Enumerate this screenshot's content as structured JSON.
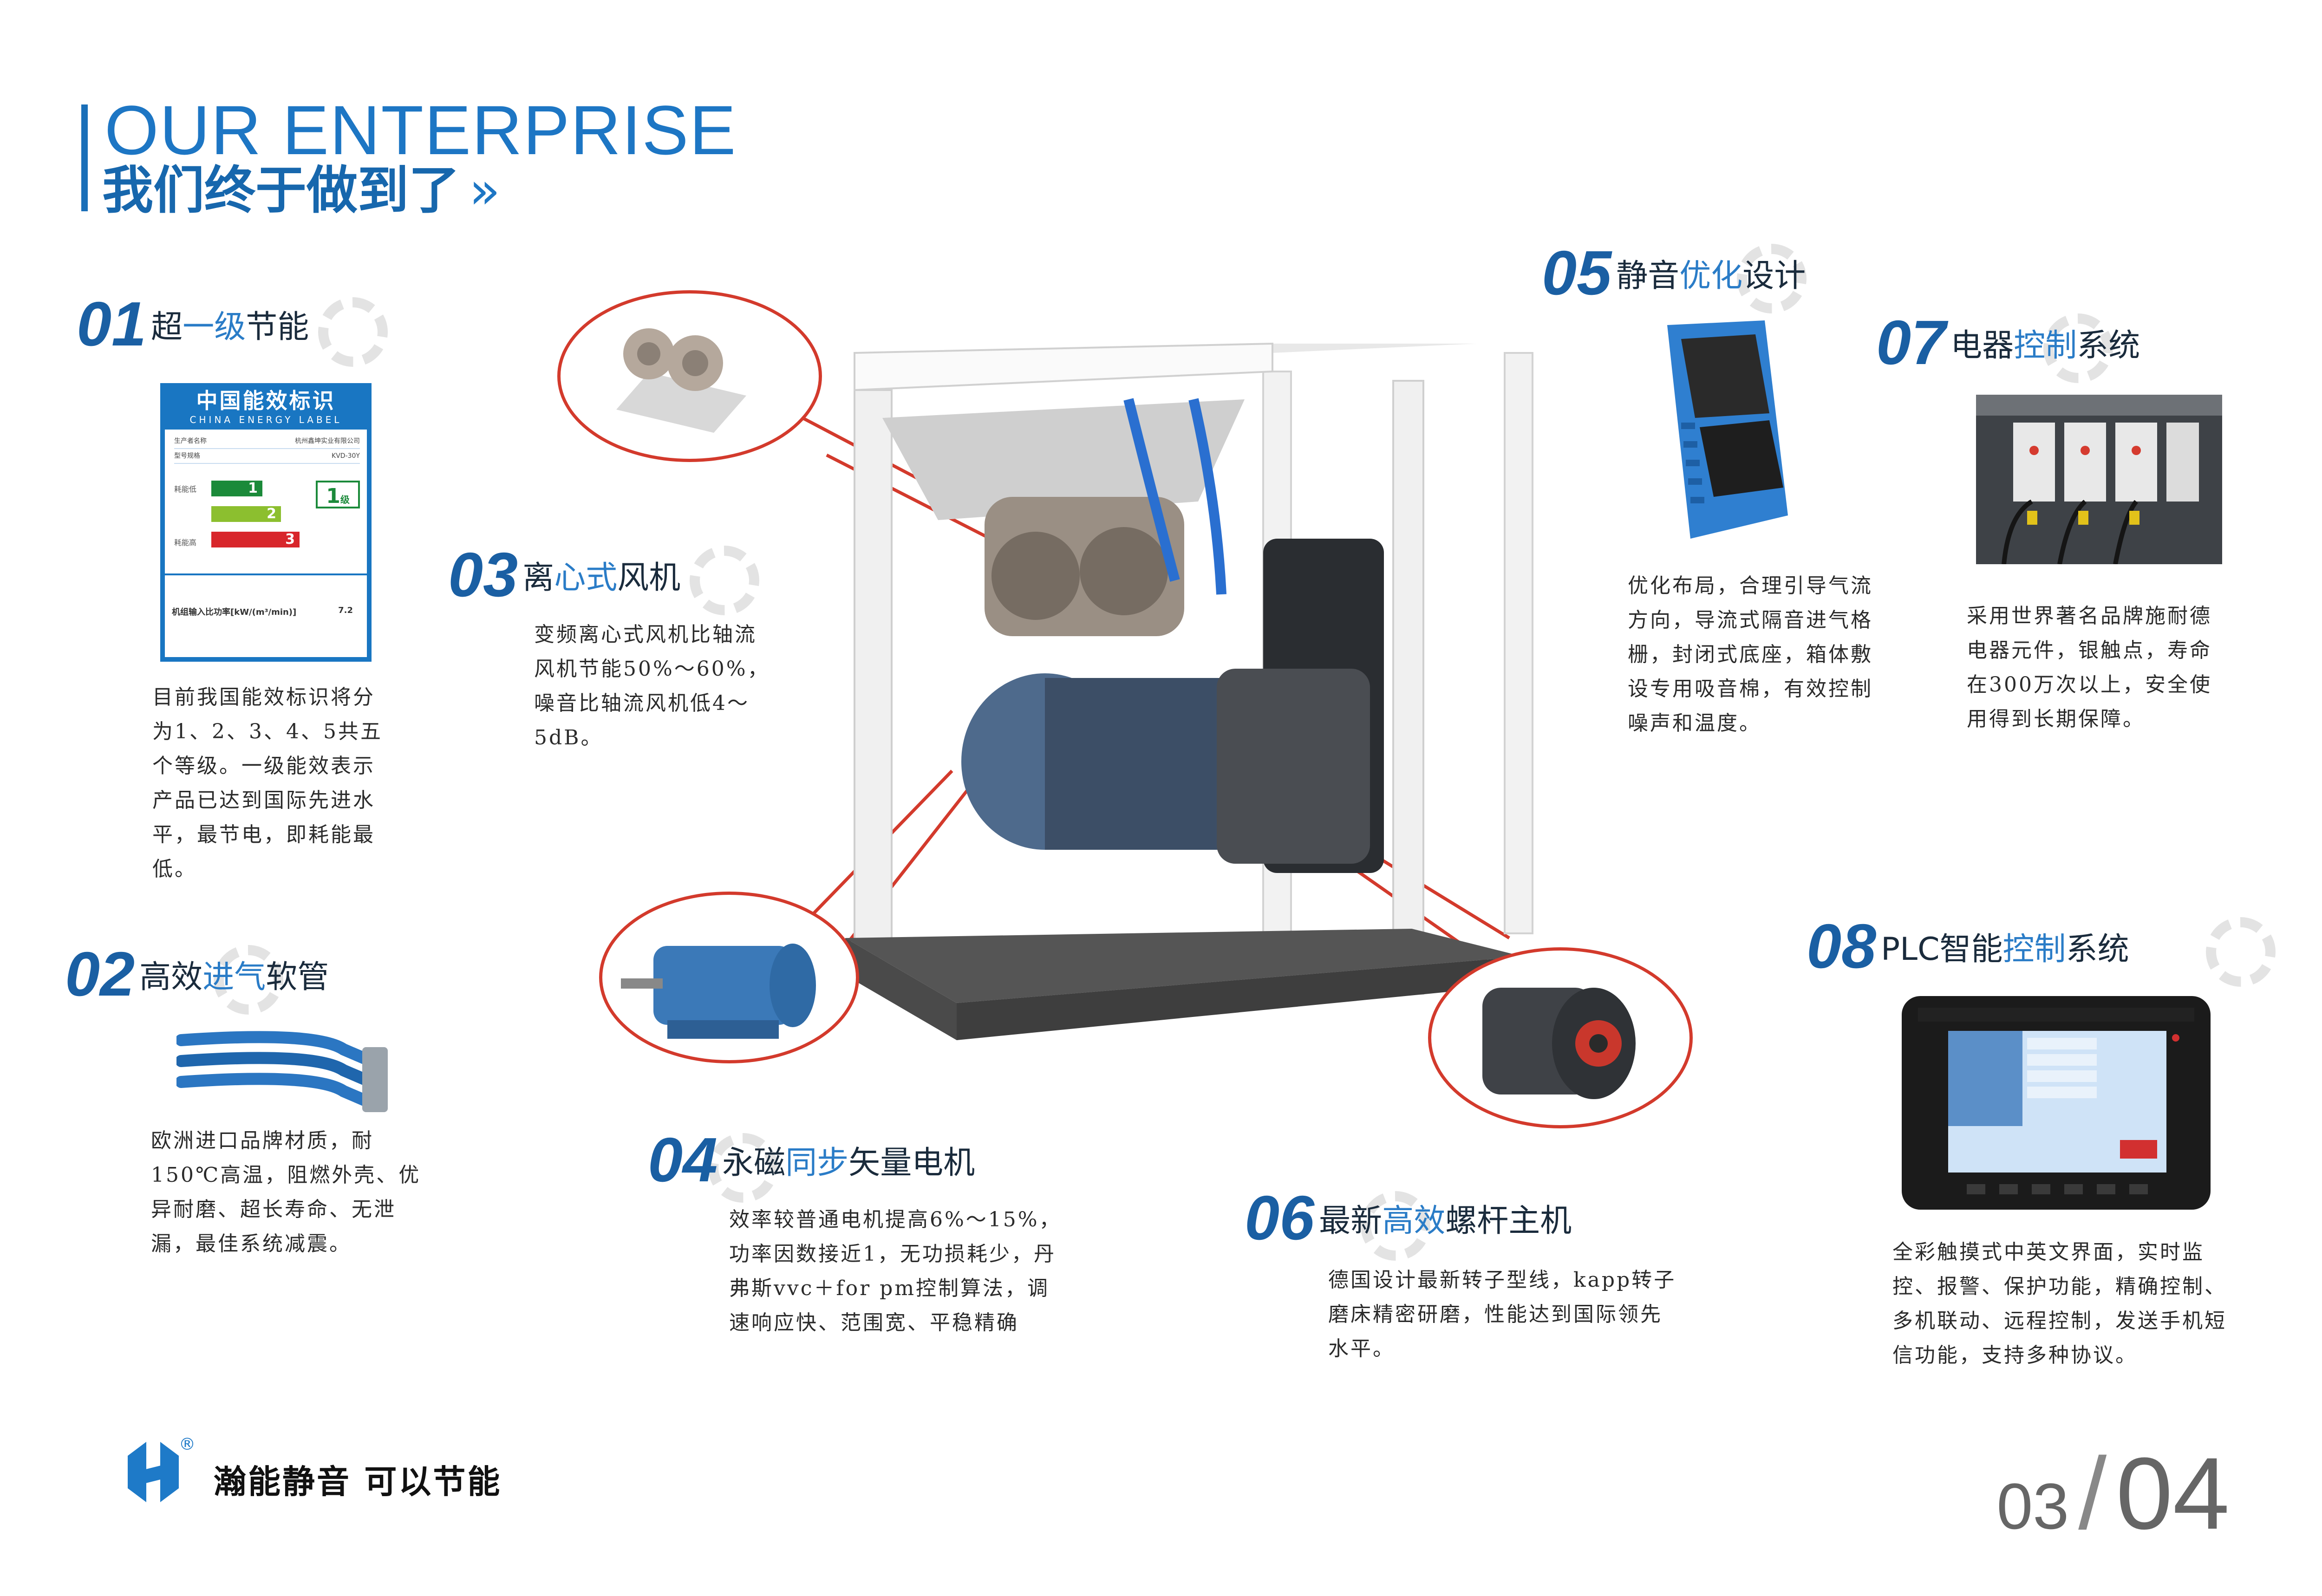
{
  "header": {
    "title_en": "OUR ENTERPRISE",
    "title_cn": "我们终于做到了",
    "chevron": "»"
  },
  "sections": {
    "s01": {
      "num": "01",
      "title_pre": "超",
      "title_hl": "一级",
      "title_post": "节能",
      "text": "目前我国能效标识将分为1、2、3、4、5共五个等级。一级能效表示产品已达到国际先进水平，最节电，即耗能最低。"
    },
    "s02": {
      "num": "02",
      "title_pre": "高效",
      "title_hl": "进气",
      "title_post": "软管",
      "text": "欧洲进口品牌材质，耐150℃高温，阻燃外壳、优异耐磨、超长寿命、无泄漏，最佳系统减震。"
    },
    "s03": {
      "num": "03",
      "title_pre": "离",
      "title_hl": "心式",
      "title_post": "风机",
      "text": "变频离心式风机比轴流风机节能50%～60%，噪音比轴流风机低4～5dB。"
    },
    "s04": {
      "num": "04",
      "title_pre": "永磁",
      "title_hl": "同步",
      "title_post": "矢量电机",
      "text": "效率较普通电机提高6%～15%，功率因数接近1，无功损耗少，丹弗斯vvc＋for  pm控制算法，调速响应快、范围宽、平稳精确"
    },
    "s05": {
      "num": "05",
      "title_pre": "静音",
      "title_hl": "优化",
      "title_post": "设计",
      "text": "优化布局，合理引导气流方向，导流式隔音进气格栅，封闭式底座，箱体敷设专用吸音棉，有效控制噪声和温度。"
    },
    "s06": {
      "num": "06",
      "title_pre": "最新",
      "title_hl": "高效",
      "title_post": "螺杆主机",
      "text": "德国设计最新转子型线，kapp转子磨床精密研磨，性能达到国际领先水平。"
    },
    "s07": {
      "num": "07",
      "title_pre": "电器",
      "title_hl": "控制",
      "title_post": "系统",
      "text": "采用世界著名品牌施耐德电器元件，银触点，寿命在300万次以上，安全使用得到长期保障。"
    },
    "s08": {
      "num": "08",
      "title_pre": "PLC智能",
      "title_hl": "控制",
      "title_post": "系统",
      "text": "全彩触摸式中英文界面，实时监控、报警、保护功能，精确控制、多机联动、远程控制，发送手机短信功能，支持多种协议。"
    }
  },
  "energy_label": {
    "title_cn": "中国能效标识",
    "title_en": "CHINA ENERGY LABEL",
    "maker_label": "生产者名称",
    "maker": "杭州鑫坤实业有限公司",
    "model_label": "型号规格",
    "model": "KVD-30Y",
    "low": "耗能低",
    "high": "耗能高",
    "grades": [
      "1",
      "2",
      "3"
    ],
    "current_grade": "1",
    "current_suffix": "级",
    "foot_label": "机组输入比功率[kW/(m³/min)]",
    "foot_value": "7.2"
  },
  "footer": {
    "slogan": "瀚能静音   可以节能",
    "registered": "®"
  },
  "page": {
    "left": "03",
    "sep": "/",
    "right": "04"
  }
}
